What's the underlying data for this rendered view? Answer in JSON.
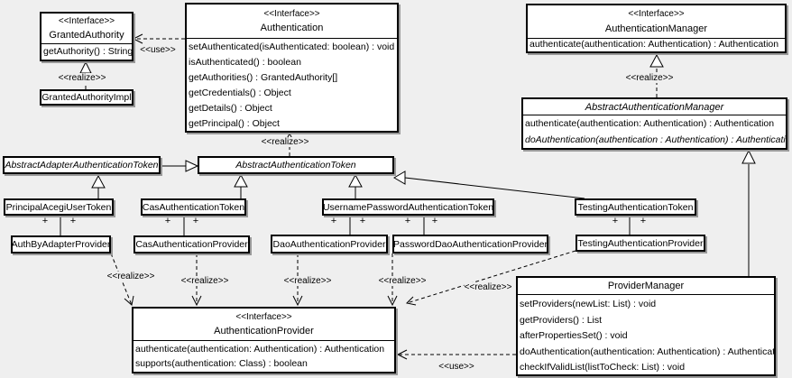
{
  "diagram": {
    "type": "uml-class-diagram",
    "colors": {
      "background": "#efefef",
      "box_fill": "#ffffff",
      "line": "#000000",
      "shadow": "#999999"
    }
  },
  "labels": {
    "realize": "<<realize>>",
    "use": "<<use>>",
    "plus": "+"
  },
  "classes": {
    "granted_authority": {
      "stereotype": "<<Interface>>",
      "title": "GrantedAuthority",
      "methods": [
        "getAuthority() : String"
      ]
    },
    "granted_authority_impl": {
      "title": "GrantedAuthorityImpl"
    },
    "authentication": {
      "stereotype": "<<Interface>>",
      "title": "Authentication",
      "methods": [
        "setAuthenticated(isAuthenticated: boolean) : void",
        "isAuthenticated() : boolean",
        "getAuthorities() : GrantedAuthority[]",
        "getCredentials() : Object",
        "getDetails() : Object",
        "getPrincipal() : Object"
      ]
    },
    "authentication_manager": {
      "stereotype": "<<Interface>>",
      "title": "AuthenticationManager",
      "methods": [
        "authenticate(authentication: Authentication) : Authentication"
      ]
    },
    "abstract_authentication_manager": {
      "title": "AbstractAuthenticationManager",
      "methods": [
        "authenticate(authentication: Authentication) : Authentication",
        "doAuthentication(authentication : Authentication) : Authentication"
      ]
    },
    "abstract_adapter_authentication_token": {
      "title": "AbstractAdapterAuthenticationToken"
    },
    "abstract_authentication_token": {
      "title": "AbstractAuthenticationToken"
    },
    "principal_acegi_user_token": {
      "title": "PrincipalAcegiUserToken"
    },
    "cas_authentication_token": {
      "title": "CasAuthenticationToken"
    },
    "username_password_authentication_token": {
      "title": "UsernamePasswordAuthenticationToken"
    },
    "testing_authentication_token": {
      "title": "TestingAuthenticationToken"
    },
    "auth_by_adapter_provider": {
      "title": "AuthByAdapterProvider"
    },
    "cas_authentication_provider": {
      "title": "CasAuthenticationProvider"
    },
    "dao_authentication_provider": {
      "title": "DaoAuthenticationProvider"
    },
    "password_dao_authentication_provider": {
      "title": "PasswordDaoAuthenticationProvider"
    },
    "testing_authentication_provider": {
      "title": "TestingAuthenticationProvider"
    },
    "authentication_provider": {
      "stereotype": "<<Interface>>",
      "title": "AuthenticationProvider",
      "methods": [
        "authenticate(authentication: Authentication) : Authentication",
        "supports(authentication: Class) : boolean"
      ]
    },
    "provider_manager": {
      "title": "ProviderManager",
      "methods": [
        "setProviders(newList: List) : void",
        "getProviders() : List",
        "afterPropertiesSet() : void",
        "doAuthentication(authentication: Authentication) : Authentication",
        "checkIfValidList(listToCheck: List) : void"
      ]
    }
  }
}
